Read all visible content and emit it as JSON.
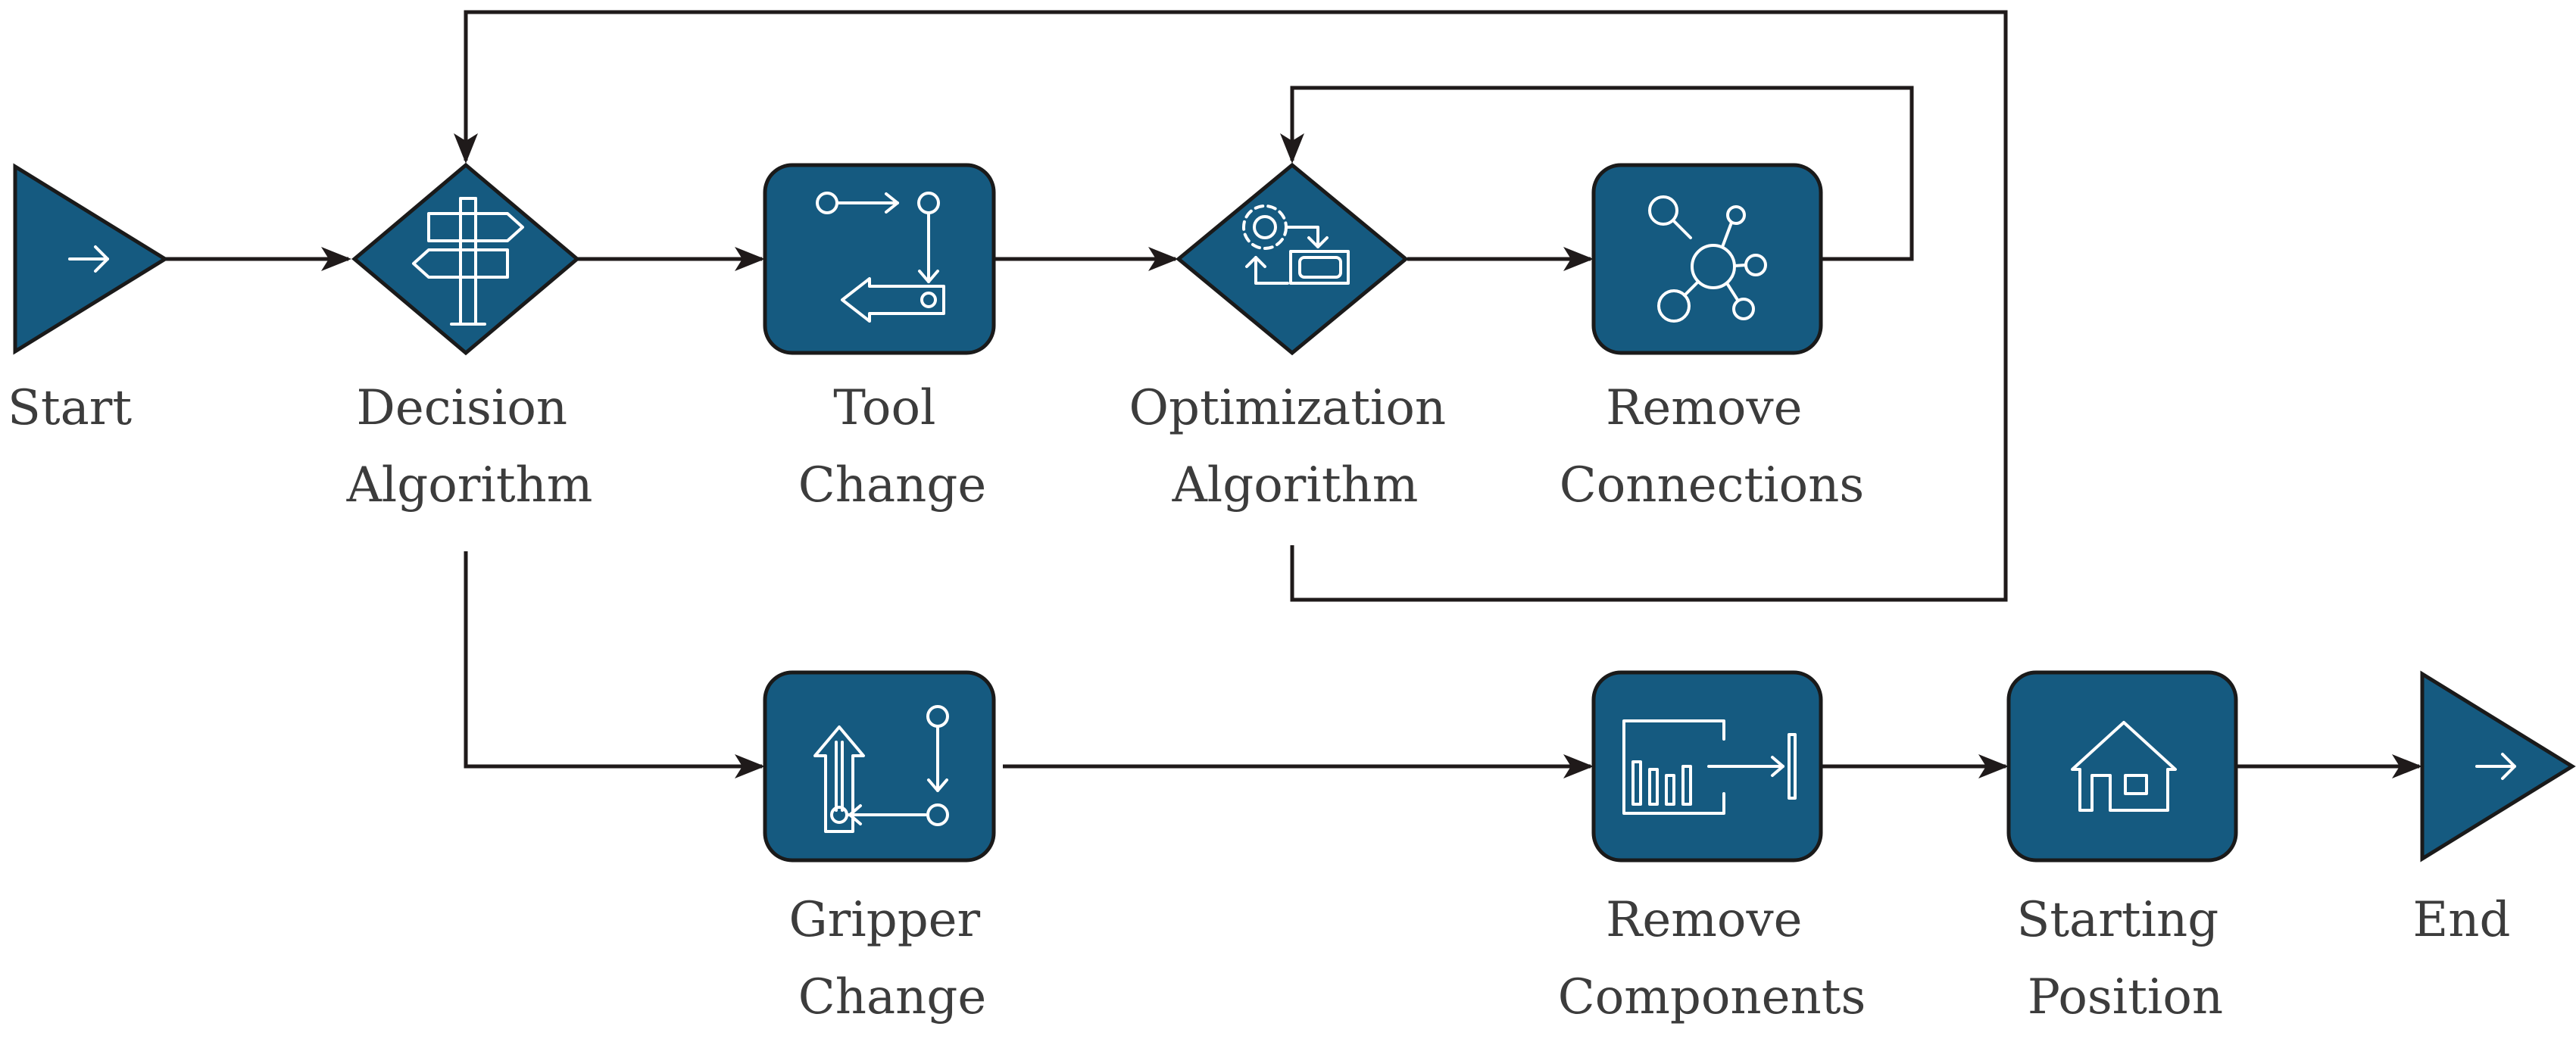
{
  "colors": {
    "node_fill": "#155a80",
    "outline": "#1a1a1a",
    "connector": "#1f1a1a",
    "label_text": "#3c3c3c",
    "icon": "#ffffff"
  },
  "nodes": {
    "start": {
      "label_lines": [
        "Start"
      ],
      "icon": "arrow-right-icon",
      "shape": "terminal-triangle"
    },
    "decision": {
      "label_lines": [
        "Decision",
        "Algorithm"
      ],
      "icon": "signpost-icon",
      "shape": "diamond"
    },
    "tool_change": {
      "label_lines": [
        "Tool",
        "Change"
      ],
      "icon": "tool-change-icon",
      "shape": "rounded-square"
    },
    "optimization": {
      "label_lines": [
        "Optimization",
        "Algorithm"
      ],
      "icon": "gear-money-icon",
      "shape": "diamond"
    },
    "remove_connections": {
      "label_lines": [
        "Remove",
        "Connections"
      ],
      "icon": "network-search-icon",
      "shape": "rounded-square"
    },
    "gripper_change": {
      "label_lines": [
        "Gripper",
        "Change"
      ],
      "icon": "gripper-change-icon",
      "shape": "rounded-square"
    },
    "remove_components": {
      "label_lines": [
        "Remove",
        "Components"
      ],
      "icon": "remove-components-icon",
      "shape": "rounded-square"
    },
    "starting_position": {
      "label_lines": [
        "Starting",
        "Position"
      ],
      "icon": "home-icon",
      "shape": "rounded-square"
    },
    "end": {
      "label_lines": [
        "End"
      ],
      "icon": "arrow-right-icon",
      "shape": "terminal-triangle"
    }
  },
  "edges": [
    {
      "from": "start",
      "to": "decision"
    },
    {
      "from": "decision",
      "to": "tool_change"
    },
    {
      "from": "tool_change",
      "to": "optimization"
    },
    {
      "from": "optimization",
      "to": "remove_connections"
    },
    {
      "from": "remove_connections",
      "to": "optimization"
    },
    {
      "from": "optimization",
      "to": "decision"
    },
    {
      "from": "decision",
      "to": "gripper_change"
    },
    {
      "from": "gripper_change",
      "to": "remove_components"
    },
    {
      "from": "remove_components",
      "to": "starting_position"
    },
    {
      "from": "starting_position",
      "to": "end"
    }
  ]
}
